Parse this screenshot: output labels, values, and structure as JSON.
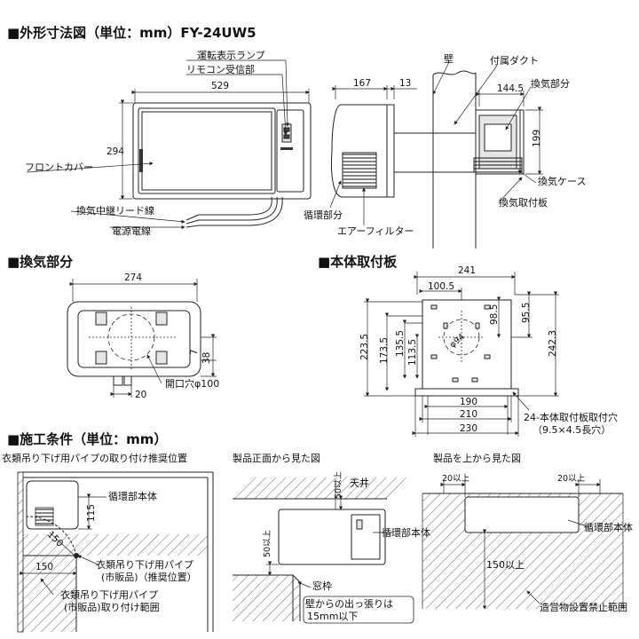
{
  "sections": {
    "outline": {
      "title": "■外形寸法図（単位：mm）FY-24UW5"
    },
    "exchange": {
      "title": "■換気部分"
    },
    "mount": {
      "title": "■本体取付板"
    },
    "install": {
      "title": "■施工条件（単位：mm）"
    }
  },
  "outline": {
    "labels": {
      "lamp": "運転表示ランプ",
      "remote": "リモコン受信部",
      "front_cover": "フロントカバー",
      "relay_lead": "換気中継リード線",
      "power_cord": "電源電線",
      "circulation": "循環部分",
      "air_filter": "エアーフィルター",
      "wall": "壁",
      "duct": "付属ダクト",
      "exchange_part": "換気部分",
      "exchange_case": "換気ケース",
      "exchange_mount": "換気取付板"
    },
    "dims": {
      "width": "529",
      "height": "294",
      "depth": "167",
      "gap": "13",
      "ex_width": "144.5",
      "ex_height": "199"
    }
  },
  "exchange": {
    "dims": {
      "width": "274",
      "d7": "7",
      "d38": "38",
      "d20": "20"
    },
    "opening": "開口穴φ100"
  },
  "mount": {
    "dims": {
      "w241": "241",
      "w100": "100.5",
      "d98": "98.5",
      "d95": "95.5",
      "h223": "223.5",
      "h173": "173.5",
      "h135": "135.5",
      "h113": "113.5",
      "h242": "242.3",
      "phi": "φ94",
      "w190": "190",
      "w210": "210",
      "w230": "230"
    },
    "holes": "24-本体取付板取付穴",
    "holes_size": "（9.5×4.5長穴）"
  },
  "install": {
    "pipe": {
      "title": "衣類吊り下げ用パイプの取り付け推奨位置",
      "unit_label": "循環部本体",
      "d115": "115",
      "d150a": "150",
      "d150b": "150",
      "pipe_rec": "衣類吊り下げ用パイプ",
      "pipe_rec2": "(市販品)（推奨位置）",
      "pipe_range": "衣類吊り下げ用パイプ",
      "pipe_range2": "(市販品)取り付け範囲"
    },
    "front": {
      "title": "製品正面から見た図",
      "ceiling": "天井",
      "d50top": "50以上",
      "d50left": "50以上",
      "unit_label": "循環部本体",
      "window": "窓枠",
      "note1": "壁からの出っ張りは",
      "note2": "15mm以下"
    },
    "top": {
      "title": "製品を上から見た図",
      "d20a": "20以上",
      "d20b": "20以上",
      "unit_label": "循環部本体",
      "d150": "150以上",
      "prohibit": "造営物設置禁止範囲"
    }
  }
}
